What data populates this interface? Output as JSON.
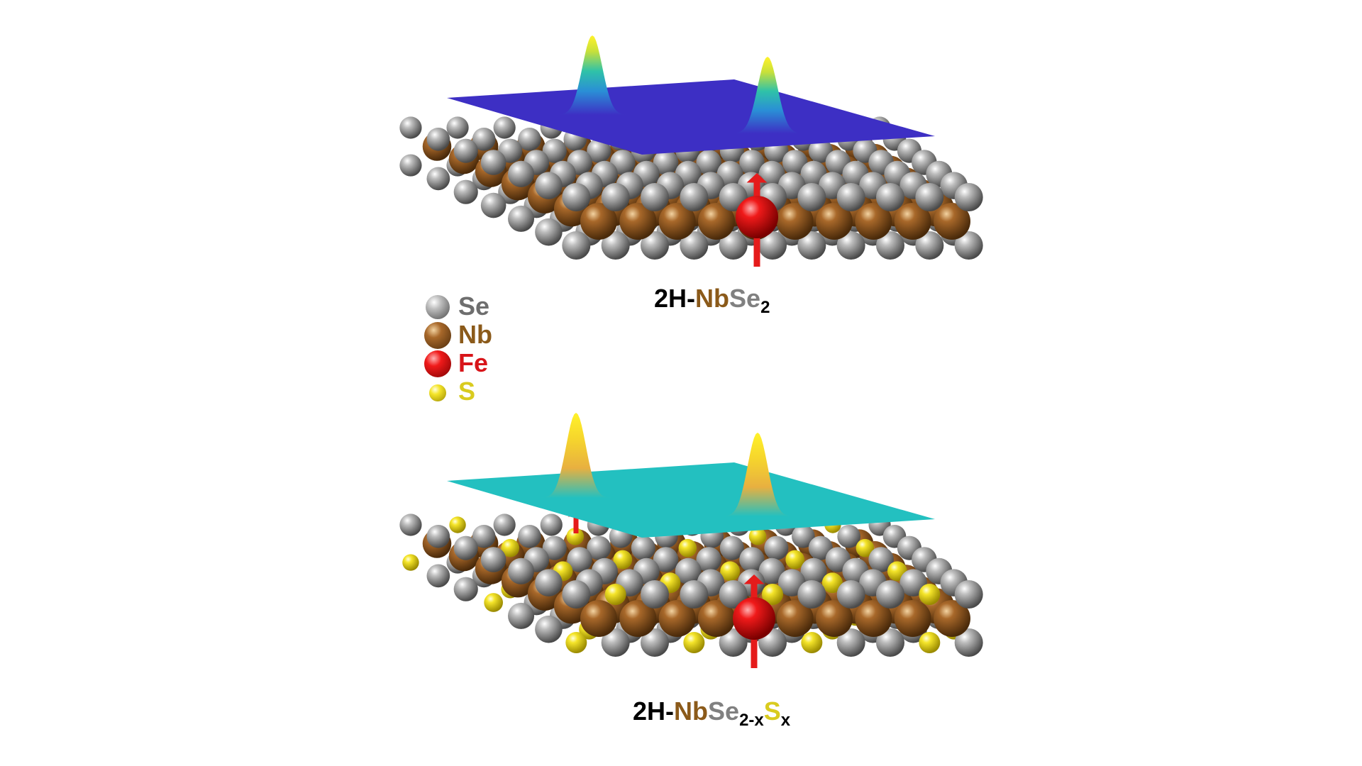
{
  "colors": {
    "Se": "#8a8a8a",
    "Nb": "#8b5a1a",
    "Fe": "#e0151a",
    "S": "#e6d21e",
    "plane_top": "#3d2fc4",
    "plane_bottom": "#23c0c0",
    "arrow": "#e51b1b"
  },
  "legend": [
    {
      "label": "Se",
      "color": "#6e6e6e"
    },
    {
      "label": "Nb",
      "color": "#8b5a1a"
    },
    {
      "label": "Fe",
      "color": "#d8151a"
    },
    {
      "label": "S",
      "color": "#d9cb1f"
    }
  ],
  "captions": {
    "top": {
      "prefix": "2H-",
      "nb": "Nb",
      "se": "Se",
      "se_sub": "2"
    },
    "bottom": {
      "prefix": "2H-",
      "nb": "Nb",
      "se": "Se",
      "se_sub": "2-x",
      "s": "S",
      "s_sub": "x"
    }
  },
  "panels": [
    {
      "id": "top-panel",
      "plane": "blue",
      "has_sulfur": false
    },
    {
      "id": "bottom-panel",
      "plane": "teal",
      "has_sulfur": true
    }
  ]
}
